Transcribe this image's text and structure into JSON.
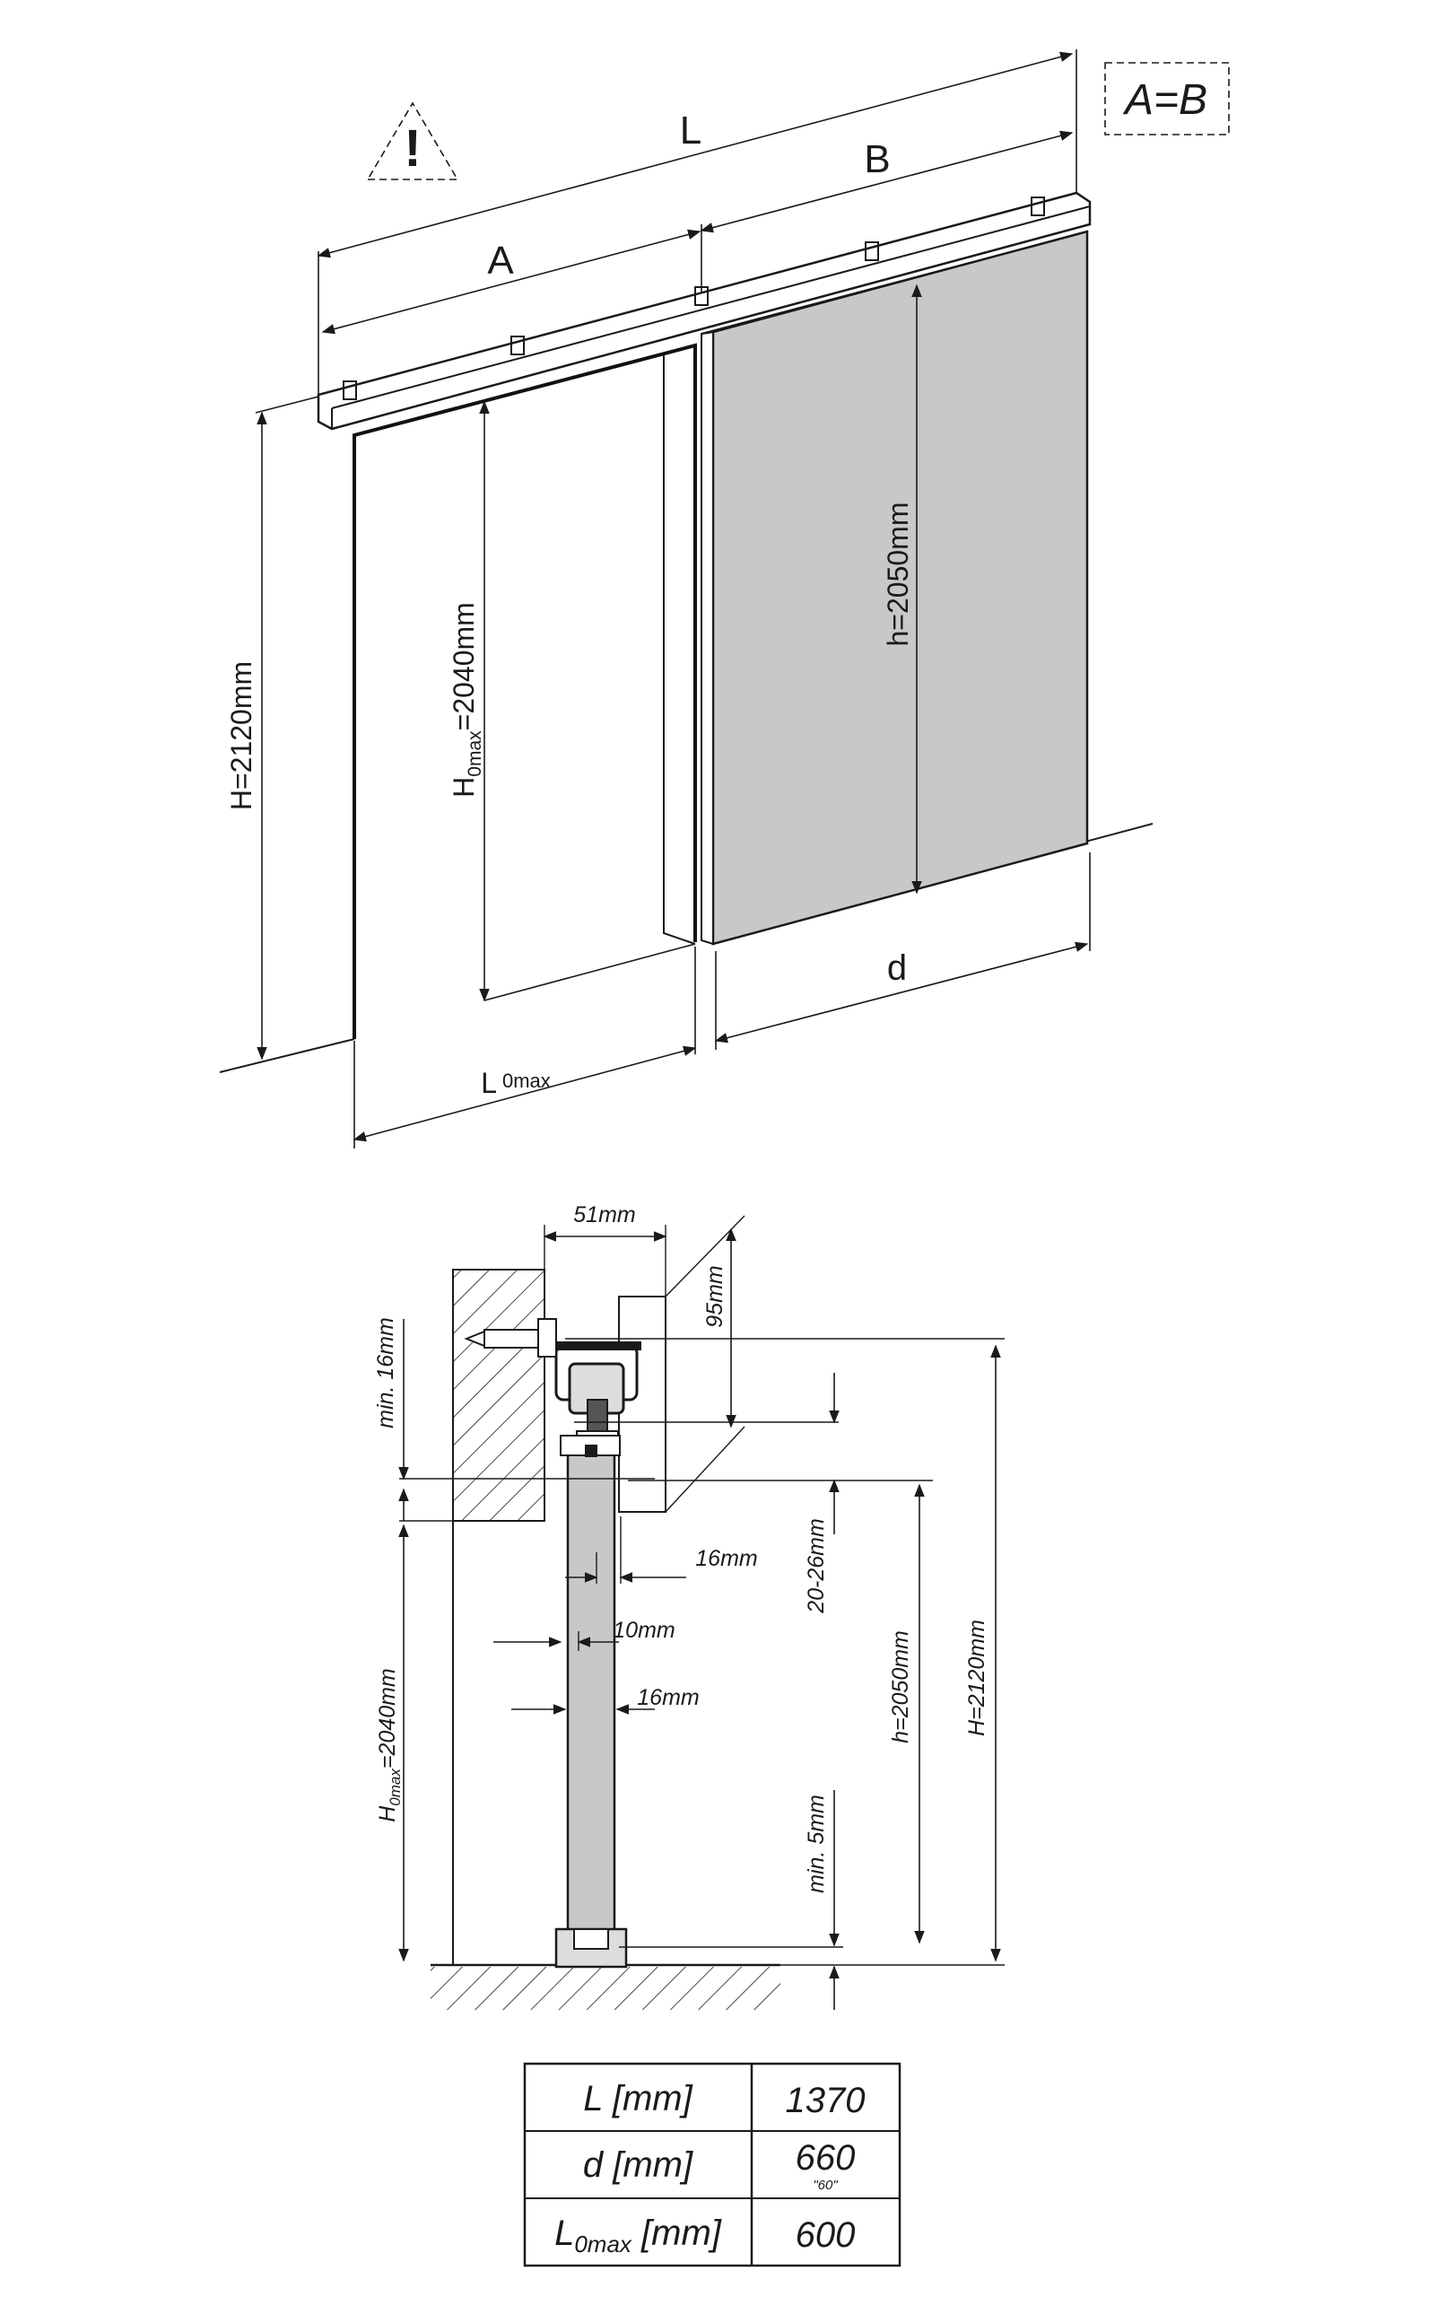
{
  "top_view": {
    "warning_symbol": "!",
    "equality_note": "A=B",
    "label_L": "L",
    "label_A": "A",
    "label_B": "B",
    "label_d": "d",
    "label_H": "H=2120mm",
    "label_H0_prefix": "H",
    "label_H0_sub": "0max",
    "label_H0_suffix": "=2040mm",
    "label_h": "h=2050mm",
    "label_L0_main": "L",
    "label_L0_sub": "0max"
  },
  "section_view": {
    "width_51": "51mm",
    "height_95": "95mm",
    "min16": "min. 16mm",
    "range_20_26": "20-26mm",
    "dim_16a": "16mm",
    "dim_10": "10mm",
    "dim_16b": "16mm",
    "h2050": "h=2050mm",
    "H2120": "H=2120mm",
    "min5": "min. 5mm",
    "H0_prefix": "H",
    "H0_sub": "0max",
    "H0_suffix": "=2040mm"
  },
  "spec_table": {
    "rows": [
      {
        "param": "L [mm]",
        "value": "1370",
        "note": ""
      },
      {
        "param": "d [mm]",
        "value": "660",
        "note": "\"60\""
      },
      {
        "param_main": "L",
        "param_sub": "0max",
        "param_suffix": " [mm]",
        "value": "600",
        "note": ""
      }
    ]
  },
  "colors": {
    "door_panel": "#c8c8c8",
    "line": "#1a1a1a"
  }
}
